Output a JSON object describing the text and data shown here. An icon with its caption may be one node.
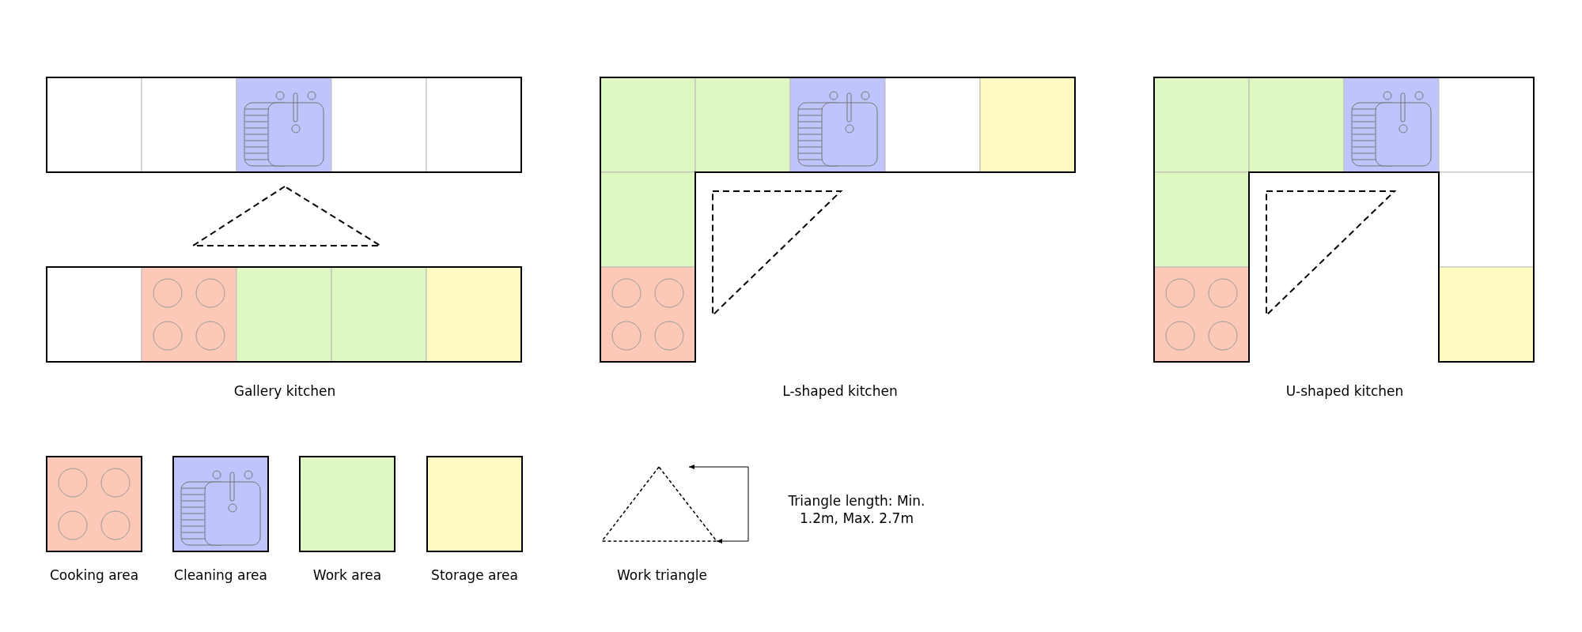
{
  "diagram": {
    "labels": [
      "Gallery kitchen",
      "L-shaped kitchen",
      "U-shaped kitchen",
      "Triangle length: Min. 1.2m, Max. 2.7m"
    ],
    "legend": [
      {
        "text": "Cooking area",
        "color": "#fcc9b9"
      },
      {
        "text": "Cleaning area",
        "color": "#bfc5fc"
      },
      {
        "text": "Work area",
        "color": "#dff7c0"
      },
      {
        "text": "Storage area",
        "color": "#fffbc0"
      },
      {
        "text": "Work triangle"
      }
    ]
  }
}
